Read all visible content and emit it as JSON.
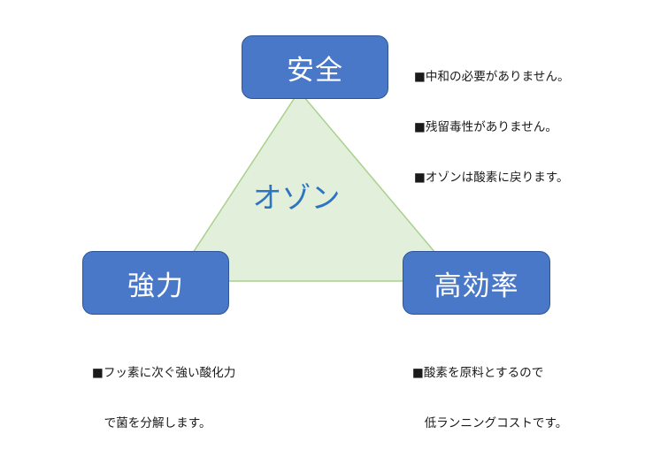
{
  "center_label": "オゾン",
  "boxes": {
    "top": "安全",
    "bottom_left": "強力",
    "bottom_right": "高効率"
  },
  "notes": {
    "safety": [
      "■中和の必要がありません。",
      "■残留毒性がありません。",
      "■オゾンは酸素に戻ります。"
    ],
    "power": [
      "■フッ素に次ぐ強い酸化力",
      "　で菌を分解します。"
    ],
    "efficiency": [
      "■酸素を原料とするので",
      "　低ランニングコストです。"
    ]
  },
  "colors": {
    "box_fill": "#4a78c8",
    "box_border": "#2f5597",
    "triangle_fill": "#e2efda",
    "triangle_stroke": "#a9d18e",
    "center_text": "#2f74c0"
  }
}
